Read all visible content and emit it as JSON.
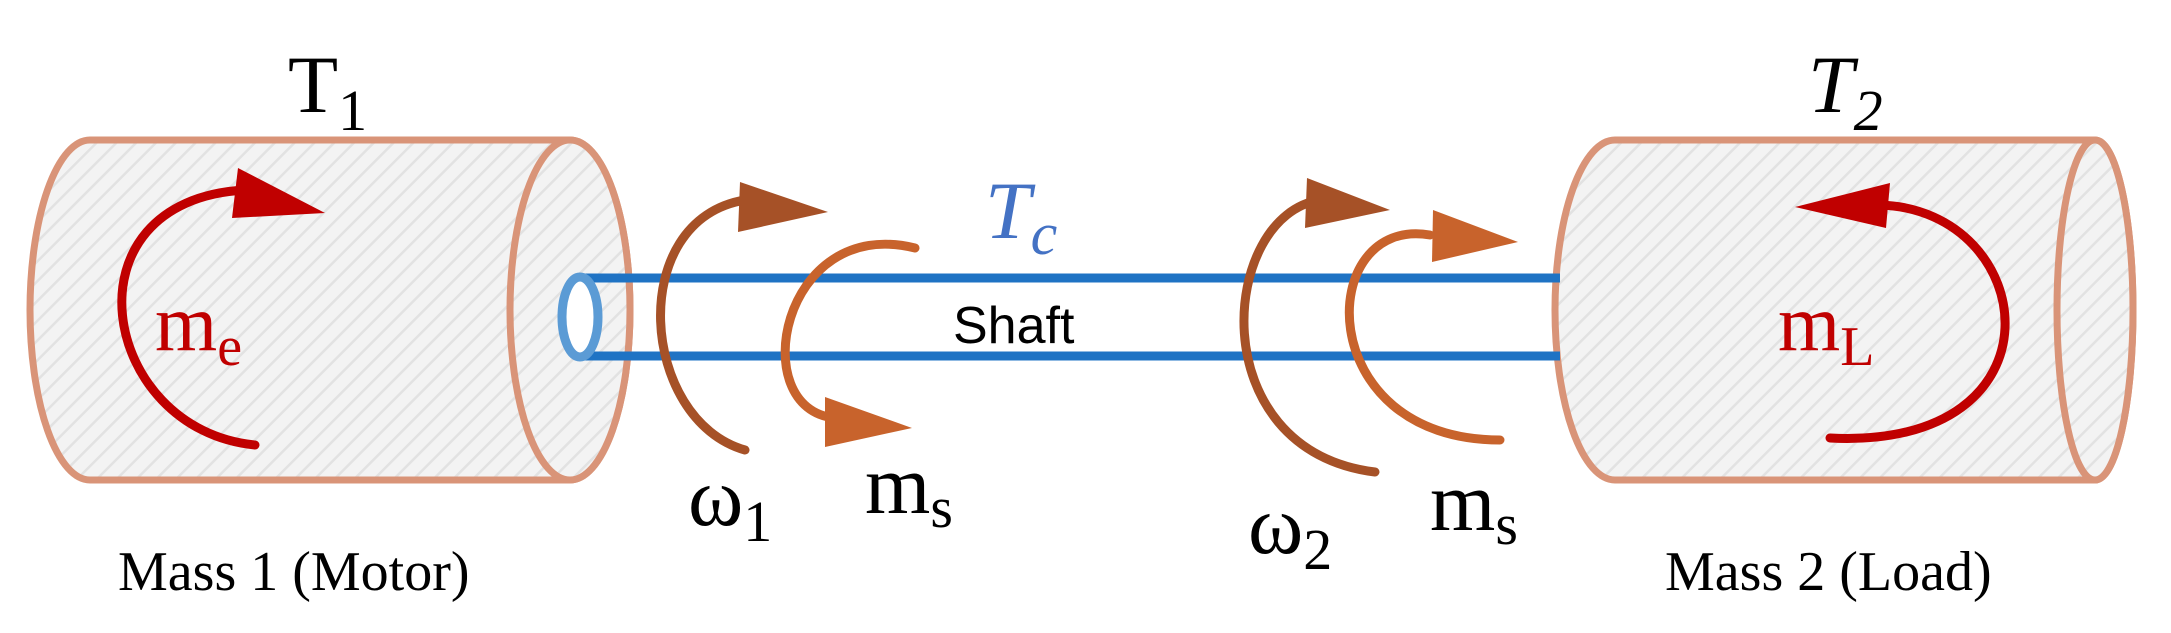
{
  "labels": {
    "mass1_torque": "T",
    "mass1_torque_sub": "1",
    "mass2_torque": "T",
    "mass2_torque_sub": "2",
    "coupling_torque": "T",
    "coupling_torque_sub": "c",
    "shaft": "Shaft",
    "omega1": "ω",
    "omega1_sub": "1",
    "omega2": "ω",
    "omega2_sub": "2",
    "ms_left": "m",
    "ms_left_sub": "s",
    "ms_right": "m",
    "ms_right_sub": "s",
    "me": "m",
    "me_sub": "e",
    "ml": "m",
    "ml_sub": "L",
    "mass1_caption": "Mass 1 (Motor)",
    "mass2_caption": "Mass 2 (Load)"
  },
  "colors": {
    "cylinder_stroke": "#d99478",
    "cylinder_fill": "#f4f4f4",
    "shaft": "#1f73c4",
    "red_arrow": "#c00000",
    "brown_arrow_dark": "#a65127",
    "brown_arrow_light": "#c8632c",
    "coupling_label": "#4472c4",
    "text": "#000000"
  }
}
